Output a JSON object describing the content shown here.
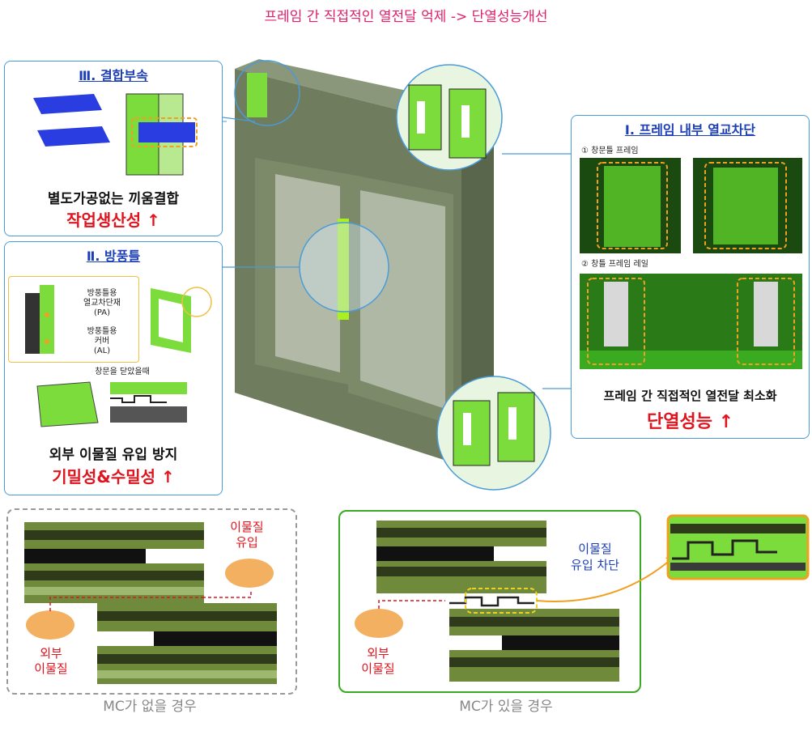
{
  "header": {
    "title": "프레임 간 직접적인 열전달 억제 -> 단열성능개선"
  },
  "panel_coupling": {
    "title": "Ⅲ. 결합부속",
    "desc": "별도가공없는 끼움결합",
    "benefit": "작업생산성 ↑"
  },
  "panel_weatherstrip": {
    "title": "Ⅱ. 방풍틀",
    "label_pa": "방풍틀용\n열교차단재\n(PA)",
    "label_al": "방풍틀용\n커버\n(AL)",
    "closed_label": "창문을 닫았을때",
    "desc": "외부 이물질 유입 방지",
    "benefit": "기밀성&수밀성 ↑"
  },
  "panel_thermal": {
    "title": "Ⅰ. 프레임 내부 열교차단",
    "item1": "① 창문틀 프레임",
    "item2": "② 창틀 프레임 레일",
    "desc": "프레임 간 직접적인 열전달 최소화",
    "benefit": "단열성능 ↑"
  },
  "comparison_without": {
    "inflow_label": "이물질\n유입",
    "source_label": "외부\n이물질",
    "caption": "MC가 없을 경우"
  },
  "comparison_with": {
    "blocked_label": "이물질\n유입 차단",
    "source_label": "외부\n이물질",
    "caption": "MC가 있을 경우"
  },
  "colors": {
    "accent_pink": "#e0206a",
    "panel_border": "#4a9bd8",
    "title_blue": "#1c3fb8",
    "alert_red": "#e0141e",
    "frame_green": "#7cdc3c",
    "window_olive": "#7d8a6a",
    "highlight_orange": "#f0a020"
  }
}
